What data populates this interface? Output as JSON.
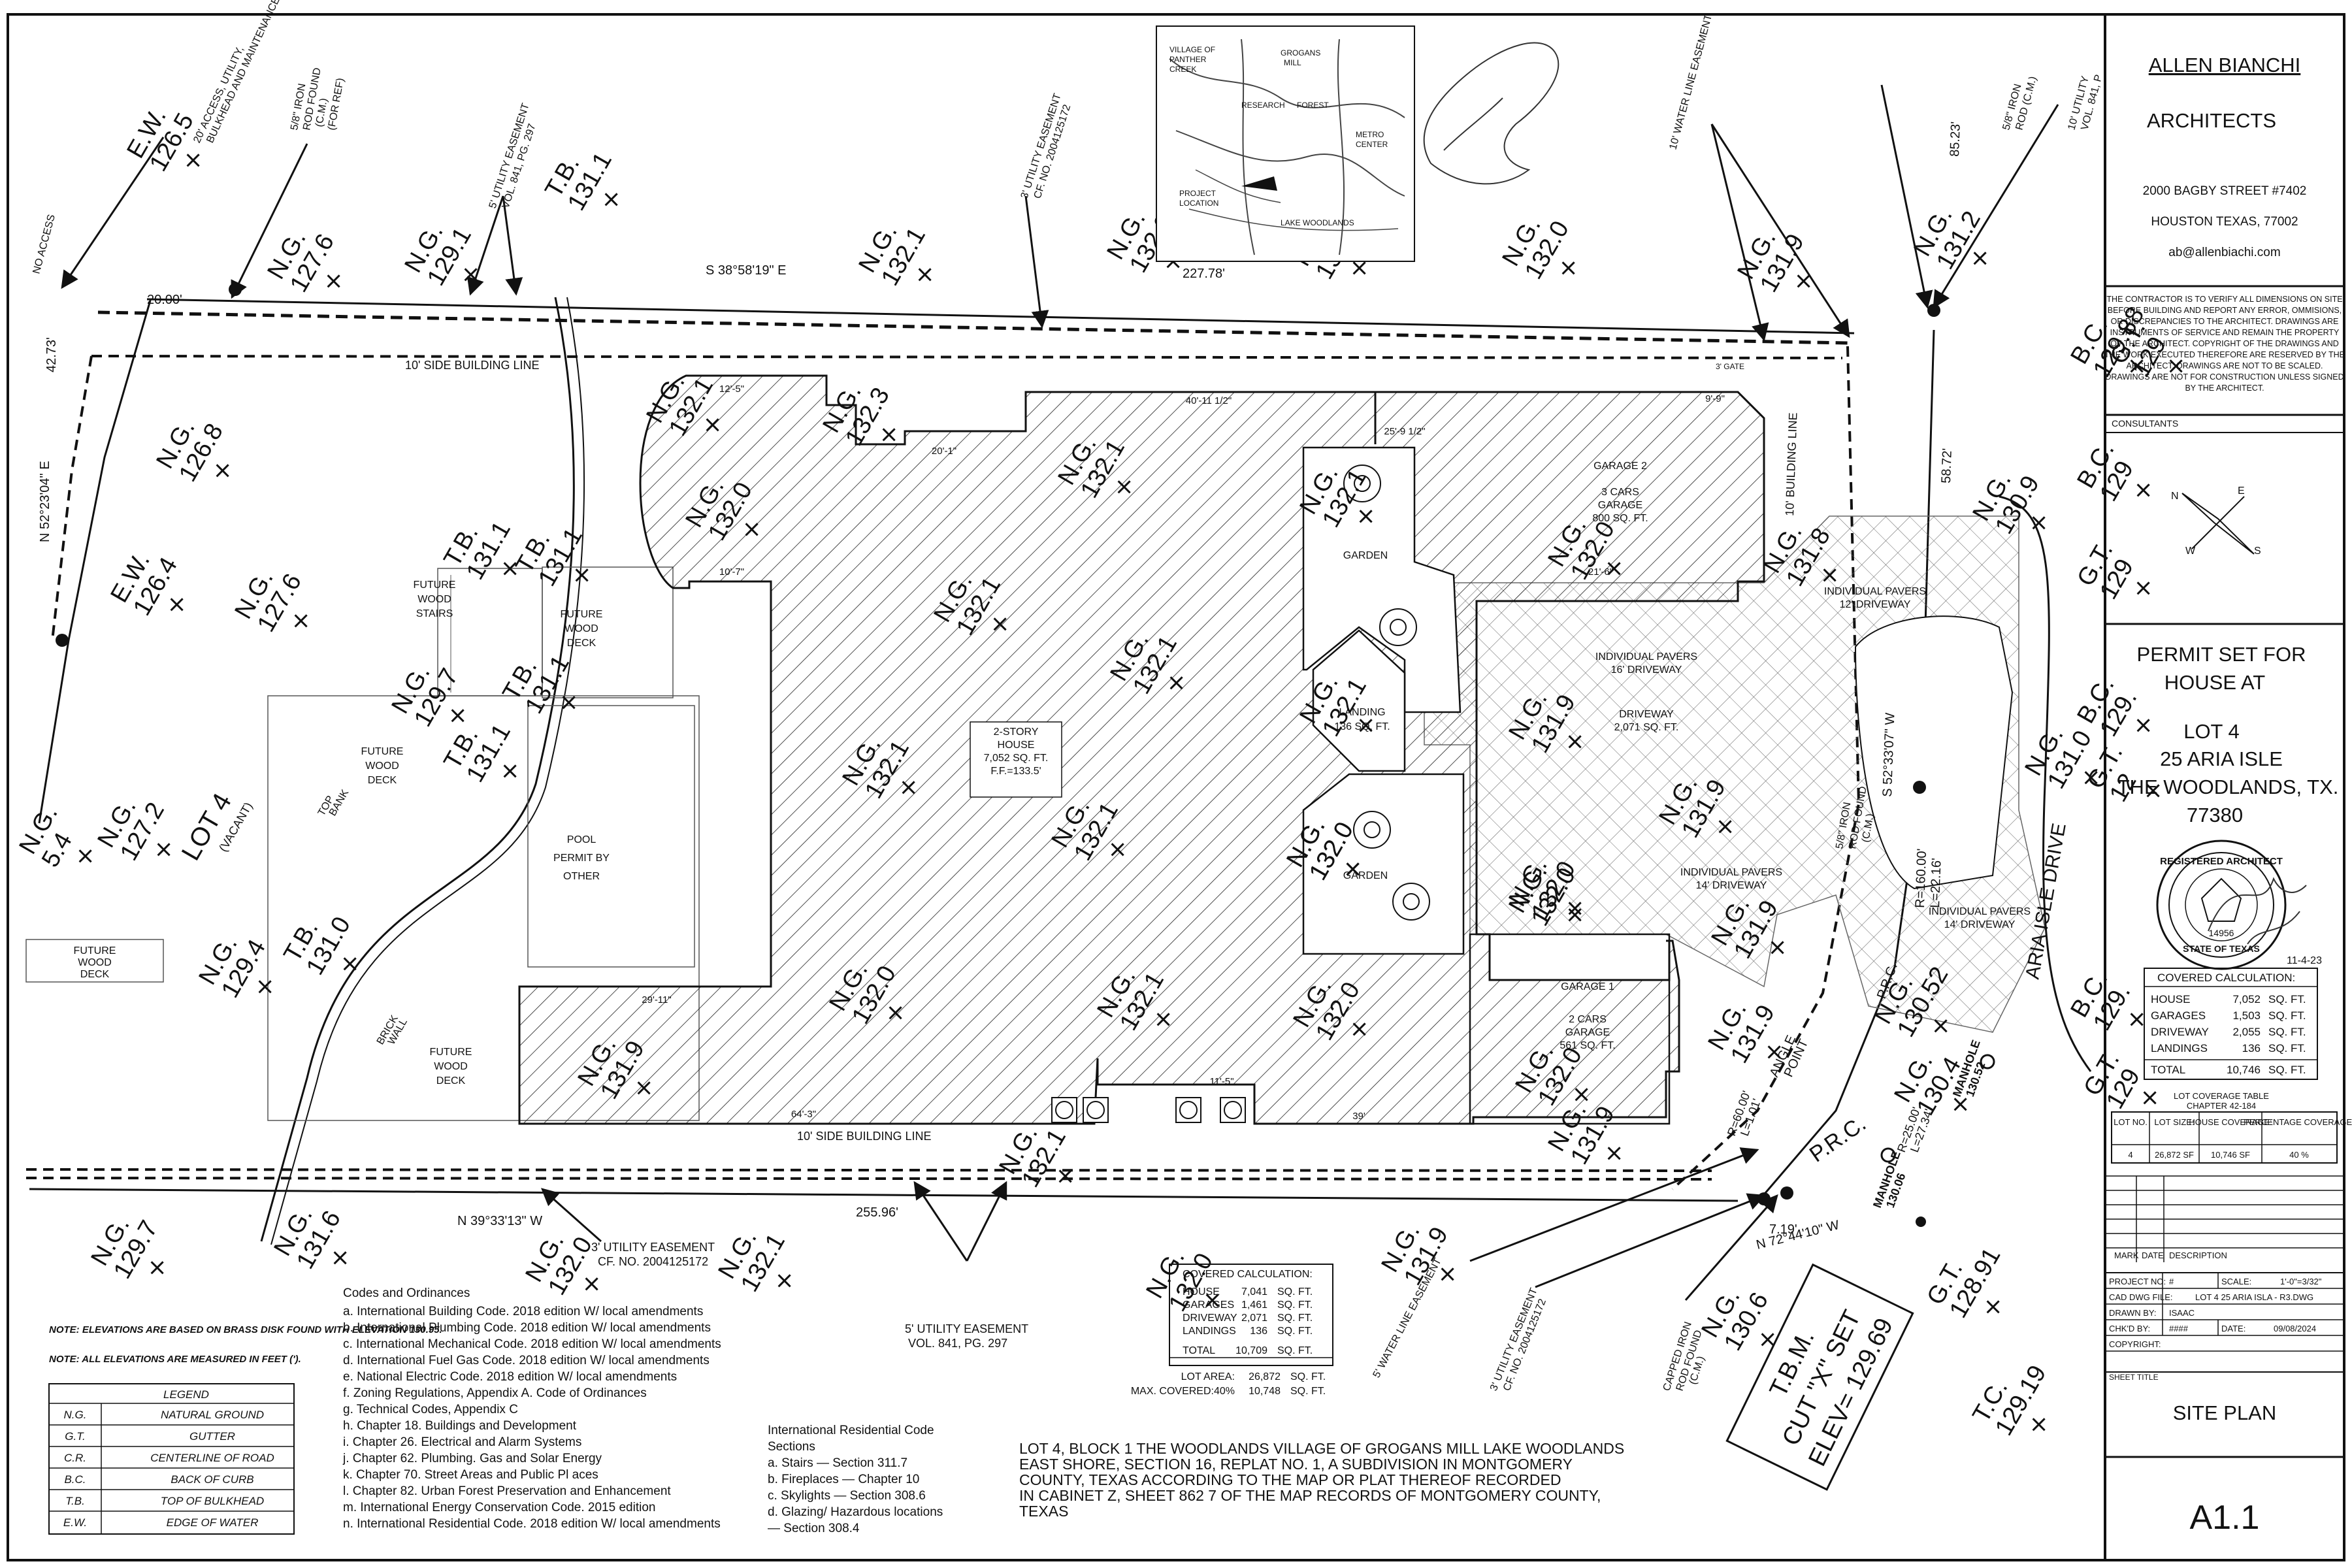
{
  "firm": {
    "name": "ALLEN BIANCHI",
    "sub": "ARCHITECTS",
    "address1": "2000 BAGBY STREET #7402",
    "address2": "HOUSTON TEXAS, 77002",
    "email": "ab@allenbiachi.com"
  },
  "disclaimer": [
    "THE CONTRACTOR IS TO VERIFY ALL DIMENSIONS ON SITE",
    "BEFORE BUILDING AND REPORT ANY ERROR, OMMISIONS,",
    "OR DISCREPANCIES TO THE ARCHITECT. DRAWINGS ARE",
    "INSTRUMENTS OF SERVICE AND REMAIN THE PROPERTY",
    "OF THE ARCHITECT. COPYRIGHT OF THE DRAWINGS AND",
    "THE WORK EXECUTED THEREFORE ARE RESERVED BY THE",
    "ARCHITECT. DRAWINGS ARE NOT TO BE SCALED.",
    "DRAWINGS ARE NOT FOR CONSTRUCTION UNLESS SIGNED",
    "BY THE ARCHITECT."
  ],
  "consultants_label": "CONSULTANTS",
  "compass": {
    "n": "N",
    "e": "E",
    "s": "S",
    "w": "W"
  },
  "permit": [
    "PERMIT SET FOR",
    "HOUSE AT",
    "LOT 4",
    "25 ARIA ISLE",
    "THE WOODLANDS, TX.",
    "77380"
  ],
  "seal": {
    "top": "REGISTERED ARCHITECT",
    "number": "14956",
    "state": "STATE OF TEXAS",
    "date": "11-4-23"
  },
  "covered_calc": {
    "title": "COVERED CALCULATION:",
    "rows": [
      [
        "HOUSE",
        "7,052",
        "SQ. FT."
      ],
      [
        "GARAGES",
        "1,503",
        "SQ. FT."
      ],
      [
        "DRIVEWAY",
        "2,055",
        "SQ. FT."
      ],
      [
        "LANDINGS",
        "136",
        "SQ. FT."
      ]
    ],
    "total": [
      "TOTAL",
      "10,746",
      "SQ. FT."
    ]
  },
  "lot_coverage": {
    "title": "LOT COVERAGE TABLE",
    "subtitle": "CHAPTER 42-184",
    "headers": [
      "LOT NO.",
      "LOT SIZE:",
      "HOUSE COVERAGE:",
      "PERCENTAGE COVERAGE:"
    ],
    "row": [
      "4",
      "26,872 SF",
      "10,746 SF",
      "40 %"
    ]
  },
  "revisions": {
    "mark": "MARK",
    "date": "DATE",
    "desc": "DESCRIPTION"
  },
  "project_info": {
    "project_no_label": "PROJECT NO:",
    "project_no": "#",
    "scale_label": "SCALE:",
    "scale": "1'-0\"=3/32\"",
    "cad_label": "CAD DWG FILE:",
    "cad": "LOT 4 25 ARIA ISLA - R3.DWG",
    "drawn_label": "DRAWN BY:",
    "drawn": "ISAAC",
    "chkd_label": "CHK'D BY:",
    "chkd": "####",
    "date_label": "DATE:",
    "date": "09/08/2024",
    "copyright": "COPYRIGHT:"
  },
  "sheet_title_label": "SHEET TITLE",
  "sheet_title": "SITE PLAN",
  "sheet_number": "A1.1",
  "site": {
    "lot_label": "LOT 4",
    "lot_sub": "(VACANT)",
    "house": [
      "2-STORY",
      "HOUSE",
      "7,052 SQ. FT.",
      "F.F.=133.5'"
    ],
    "garage2": [
      "GARAGE 2",
      "3 CARS",
      "GARAGE",
      "800 SQ. FT."
    ],
    "garage1": [
      "GARAGE 1",
      "2 CARS",
      "GARAGE",
      "561 SQ. FT."
    ],
    "garden": "GARDEN",
    "landing": [
      "LANDING",
      "136 SQ. FT."
    ],
    "driveway": [
      "INDIVIDUAL PAVERS",
      "16' DRIVEWAY",
      "DRIVEWAY",
      "2,071 SQ. FT."
    ],
    "pavers14a": [
      "INDIVIDUAL PAVERS",
      "14' DRIVEWAY"
    ],
    "pavers14b": [
      "INDIVIDUAL PAVERS",
      "14' DRIVEWAY"
    ],
    "pavers12": [
      "INDIVIDUAL PAVERS",
      "12' DRIVEWAY"
    ],
    "pool": [
      "POOL",
      "PERMIT BY",
      "OTHER"
    ],
    "future_stairs": [
      "FUTURE",
      "WOOD",
      "STAIRS"
    ],
    "future_deck1": [
      "FUTURE",
      "WOOD",
      "DECK"
    ],
    "future_deck2": [
      "FUTURE",
      "WOOD",
      "DECK"
    ],
    "future_deck3": [
      "FUTURE",
      "WOOD",
      "DECK"
    ],
    "future_deck4": [
      "FUTURE",
      "WOOD",
      "DECK"
    ],
    "side_line_top": "10' SIDE BUILDING LINE",
    "side_line_bottom": "10' SIDE BUILDING LINE",
    "building_line_right": "10' BUILDING LINE",
    "bearing_top": "S 38°58'19\" E",
    "bearing_bottom": "N 39°33'13\" W",
    "bearing_left": "N 52°23'04\" E",
    "bearing_right": "S 52°33'07\" W",
    "bearing_bottom_right": "N 72°44'10\" W",
    "dist_top": "227.78'",
    "dist_bottom": "255.96'",
    "dist_left": "42.73'",
    "dist_top_left": "20.00'",
    "dist_right": "58.72'",
    "dist_right_top": "85.23'",
    "dist_br": "7.19'",
    "curve1": [
      "R=160.00'",
      "L=22.16'"
    ],
    "curve2": [
      "R=60.00'",
      "L=1.01'"
    ],
    "curve3": [
      "R=25.00'",
      "L=27.34'"
    ],
    "prc1": "P.R.C.",
    "prc2": "P.R.C.",
    "angle_point": [
      "ANGLE",
      "POINT"
    ],
    "top_bank": [
      "TOP",
      "BANK"
    ],
    "brick_wall": [
      "BRICK",
      "WALL"
    ],
    "aria_drive": "ARIA ISLE DRIVE",
    "no_access": "NO ACCESS",
    "access_easement": [
      "20' ACCESS, UTILITY,",
      "BULKHEAD AND MAINTENANCE"
    ],
    "iron_rod_tl": [
      "5/8\" IRON",
      "ROD FOUND",
      "(C.M.)",
      "(FOR REF)"
    ],
    "util_easement_tl": [
      "5' UTILITY EASEMENT",
      "VOL. 841, PG. 297"
    ],
    "util_easement_tc": [
      "3' UTILITY EASEMENT",
      "CF. NO. 2004125172"
    ],
    "water_easement_tr": "10' WATER LINE EASEMENT",
    "iron_rod_tr": [
      "5/8\" IRON",
      "ROD (C.M.)"
    ],
    "util_easement_tr": [
      "10' UTILITY",
      "VOL. 841, P"
    ],
    "iron_rod_r": [
      "5/8\" IRON",
      "ROD FOUND",
      "(C.M.)"
    ],
    "util_easement_bl": [
      "3' UTILITY EASEMENT",
      "CF. NO. 2004125172"
    ],
    "util_easement_bc": [
      "5' UTILITY EASEMENT",
      "VOL. 841, PG. 297"
    ],
    "water_easement_br": "5' WATER LINE EASEMENT",
    "util_easement_br": [
      "3' UTILITY EASEMENT",
      "CF. NO. 2004125172"
    ],
    "capped_rod": [
      "CAPPED IRON",
      "ROD FOUND",
      "(C.M.)"
    ],
    "manhole1": [
      "MANHOLE",
      "130.52"
    ],
    "manhole2": [
      "MANHOLE",
      "130.06"
    ],
    "tbm": [
      "T.B.M.",
      "CUT \"X\" SET",
      "ELEV= 129.69"
    ],
    "gate": "3' GATE",
    "dims": [
      "20'-1\"",
      "40'-11 1/2\"",
      "25'-9 1/2\"",
      "29'-11\"",
      "64'-3\"",
      "39'",
      "10'-7\"",
      "11'-5\"",
      "21'-6\"",
      "9'-9\"",
      "12'-5\""
    ]
  },
  "elevations": [
    {
      "t": "E.W.",
      "v": "126.5"
    },
    {
      "t": "N.G.",
      "v": "127.6"
    },
    {
      "t": "N.G.",
      "v": "129.1"
    },
    {
      "t": "T.B.",
      "v": "131.1"
    },
    {
      "t": "N.G.",
      "v": "132.1"
    },
    {
      "t": "N.G.",
      "v": "132.2"
    },
    {
      "t": "N.G.",
      "v": "132.0"
    },
    {
      "t": "N.G.",
      "v": "131.9"
    },
    {
      "t": "N.G.",
      "v": "131.2"
    },
    {
      "t": "B.C.",
      "v": "129.88"
    },
    {
      "t": "G.T.",
      "v": "129"
    },
    {
      "t": "N.G.",
      "v": "126.8"
    },
    {
      "t": "E.W.",
      "v": "126.4"
    },
    {
      "t": "N.G.",
      "v": "127.6"
    },
    {
      "t": "N.G.",
      "v": "129.7"
    },
    {
      "t": "N.G.",
      "v": "127.2"
    },
    {
      "t": "T.B.",
      "v": "131.1"
    },
    {
      "t": "T.B.",
      "v": "131.1"
    },
    {
      "t": "T.B.",
      "v": "131.1"
    },
    {
      "t": "T.B.",
      "v": "131.1"
    },
    {
      "t": "N.G.",
      "v": "132.1"
    },
    {
      "t": "N.G.",
      "v": "132.3"
    },
    {
      "t": "N.G.",
      "v": "132.0"
    },
    {
      "t": "N.G.",
      "v": "132.1"
    },
    {
      "t": "N.G.",
      "v": "132.1"
    },
    {
      "t": "N.G.",
      "v": "132.1"
    },
    {
      "t": "N.G.",
      "v": "132.1"
    },
    {
      "t": "N.G.",
      "v": "132.1"
    },
    {
      "t": "N.G.",
      "v": "132.0"
    },
    {
      "t": "N.G.",
      "v": "131.8"
    },
    {
      "t": "N.G.",
      "v": "130.9"
    },
    {
      "t": "B.C.",
      "v": "129"
    },
    {
      "t": "G.T.",
      "v": "129"
    },
    {
      "t": "N.G.",
      "v": "132.1"
    },
    {
      "t": "N.G.",
      "v": "132.1"
    },
    {
      "t": "N.G.",
      "v": "132.0"
    },
    {
      "t": "N.G.",
      "v": "131.9"
    },
    {
      "t": "N.G.",
      "v": "131.9"
    },
    {
      "t": "N.G.",
      "v": "132.0"
    },
    {
      "t": "N.G.",
      "v": "131.9"
    },
    {
      "t": "N.G.",
      "v": "132.0"
    },
    {
      "t": "N.G.",
      "v": "131.0"
    },
    {
      "t": "B.C.",
      "v": "129."
    },
    {
      "t": "G.T.",
      "v": "12"
    },
    {
      "t": "N.G.",
      "v": "129.4"
    },
    {
      "t": "T.B.",
      "v": "131.0"
    },
    {
      "t": "N.G.",
      "v": "132.0"
    },
    {
      "t": "N.G.",
      "v": "132.1"
    },
    {
      "t": "N.G.",
      "v": "131.9"
    },
    {
      "t": "N.G.",
      "v": "132.0"
    },
    {
      "t": "N.G.",
      "v": "132.0"
    },
    {
      "t": "N.G.",
      "v": "131.9"
    },
    {
      "t": "N.G.",
      "v": "130.52"
    },
    {
      "t": "N.G.",
      "v": "130.4"
    },
    {
      "t": "B.C.",
      "v": "129."
    },
    {
      "t": "G.T.",
      "v": "129"
    },
    {
      "t": "N.G.",
      "v": "132.1"
    },
    {
      "t": "N.G.",
      "v": "131.9"
    },
    {
      "t": "N.G.",
      "v": "129.7"
    },
    {
      "t": "N.G.",
      "v": "131.6"
    },
    {
      "t": "N.G.",
      "v": "132.0"
    },
    {
      "t": "N.G.",
      "v": "132.1"
    },
    {
      "t": "N.G.",
      "v": "132.0"
    },
    {
      "t": "N.G.",
      "v": "131.9"
    },
    {
      "t": "N.G.",
      "v": "130.6"
    },
    {
      "t": "G.T.",
      "v": "128.91"
    },
    {
      "t": "T.C.",
      "v": "129.19"
    },
    {
      "t": "N.G.",
      "v": "13"
    },
    {
      "t": "N.G.",
      "v": "132.0"
    },
    {
      "t": "N.G.",
      "v": "5.4"
    }
  ],
  "notes": [
    "NOTE: ELEVATIONS ARE BASED ON BRASS DISK FOUND WITH ELEVATION 130.95.",
    "NOTE: ALL ELEVATIONS ARE MEASURED IN FEET (')."
  ],
  "legend": {
    "title": "LEGEND",
    "rows": [
      [
        "N.G.",
        "NATURAL GROUND"
      ],
      [
        "G.T.",
        "GUTTER"
      ],
      [
        "C.R.",
        "CENTERLINE OF ROAD"
      ],
      [
        "B.C.",
        "BACK OF CURB"
      ],
      [
        "T.B.",
        "TOP OF BULKHEAD"
      ],
      [
        "E.W.",
        "EDGE OF WATER"
      ]
    ]
  },
  "codes": {
    "title": "Codes and Ordinances",
    "items": [
      "a. International Building Code. 2018 edition W/ local amendments",
      "b. International Plumbing Code. 2018 edition W/ local amendments",
      "c. International Mechanical Code. 2018 edition W/ local amendments",
      "d. International Fuel Gas Code. 2018 edition W/ local amendments",
      "e. National Electric Code. 2018 edition W/ local amendments",
      "f. Zoning Regulations, Appendix A. Code of Ordinances",
      "g. Technical Codes, Appendix C",
      "h. Chapter 18. Buildings and Development",
      "i. Chapter 26. Electrical and Alarm Systems",
      "j. Chapter 62. Plumbing. Gas and Solar Energy",
      "k. Chapter 70. Street Areas and Public Pl aces",
      "l. Chapter 82. Urban Forest Preservation and Enhancement",
      "m. International Energy Conservation Code. 2015 edition",
      "n. International Residential Code. 2018 edition W/ local amendments"
    ]
  },
  "irc": {
    "title": "International Residential Code",
    "items": [
      "Sections",
      "a. Stairs — Section 311.7",
      "b. Fireplaces — Chapter 10",
      "c. Skylights — Section 308.6",
      "d. Glazing/ Hazardous locations",
      "— Section 308.4"
    ]
  },
  "site_calc": {
    "title": "COVERED CALCULATION:",
    "rows": [
      [
        "HOUSE",
        "7,041",
        "SQ. FT."
      ],
      [
        "GARAGES",
        "1,461",
        "SQ. FT."
      ],
      [
        "DRIVEWAY",
        "2,071",
        "SQ. FT."
      ],
      [
        "LANDINGS",
        "136",
        "SQ. FT."
      ]
    ],
    "total": [
      "TOTAL",
      "10,709",
      "SQ. FT."
    ],
    "lot_area": [
      "LOT AREA:",
      "26,872",
      "SQ. FT."
    ],
    "max_covered": [
      "MAX. COVERED:40%",
      "10,748",
      "SQ. FT."
    ]
  },
  "legal": [
    "LOT 4, BLOCK 1 THE WOODLANDS VILLAGE OF GROGANS MILL LAKE WOODLANDS",
    "EAST SHORE, SECTION 16, REPLAT NO. 1, A SUBDIVISION IN MONTGOMERY",
    "COUNTY, TEXAS ACCORDING TO THE MAP OR PLAT THEREOF RECORDED",
    "IN CABINET Z, SHEET 862 7 OF THE MAP RECORDS OF MONTGOMERY COUNTY,",
    "TEXAS"
  ],
  "vicinity": {
    "labels": [
      "VILLAGE OF",
      "PANTHER",
      "CREEK",
      "GROGANS",
      "MILL",
      "FOREST",
      "RESEARCH",
      "METRO",
      "CENTER",
      "PROJECT",
      "LOCATION",
      "LAKE WOODLANDS"
    ]
  }
}
